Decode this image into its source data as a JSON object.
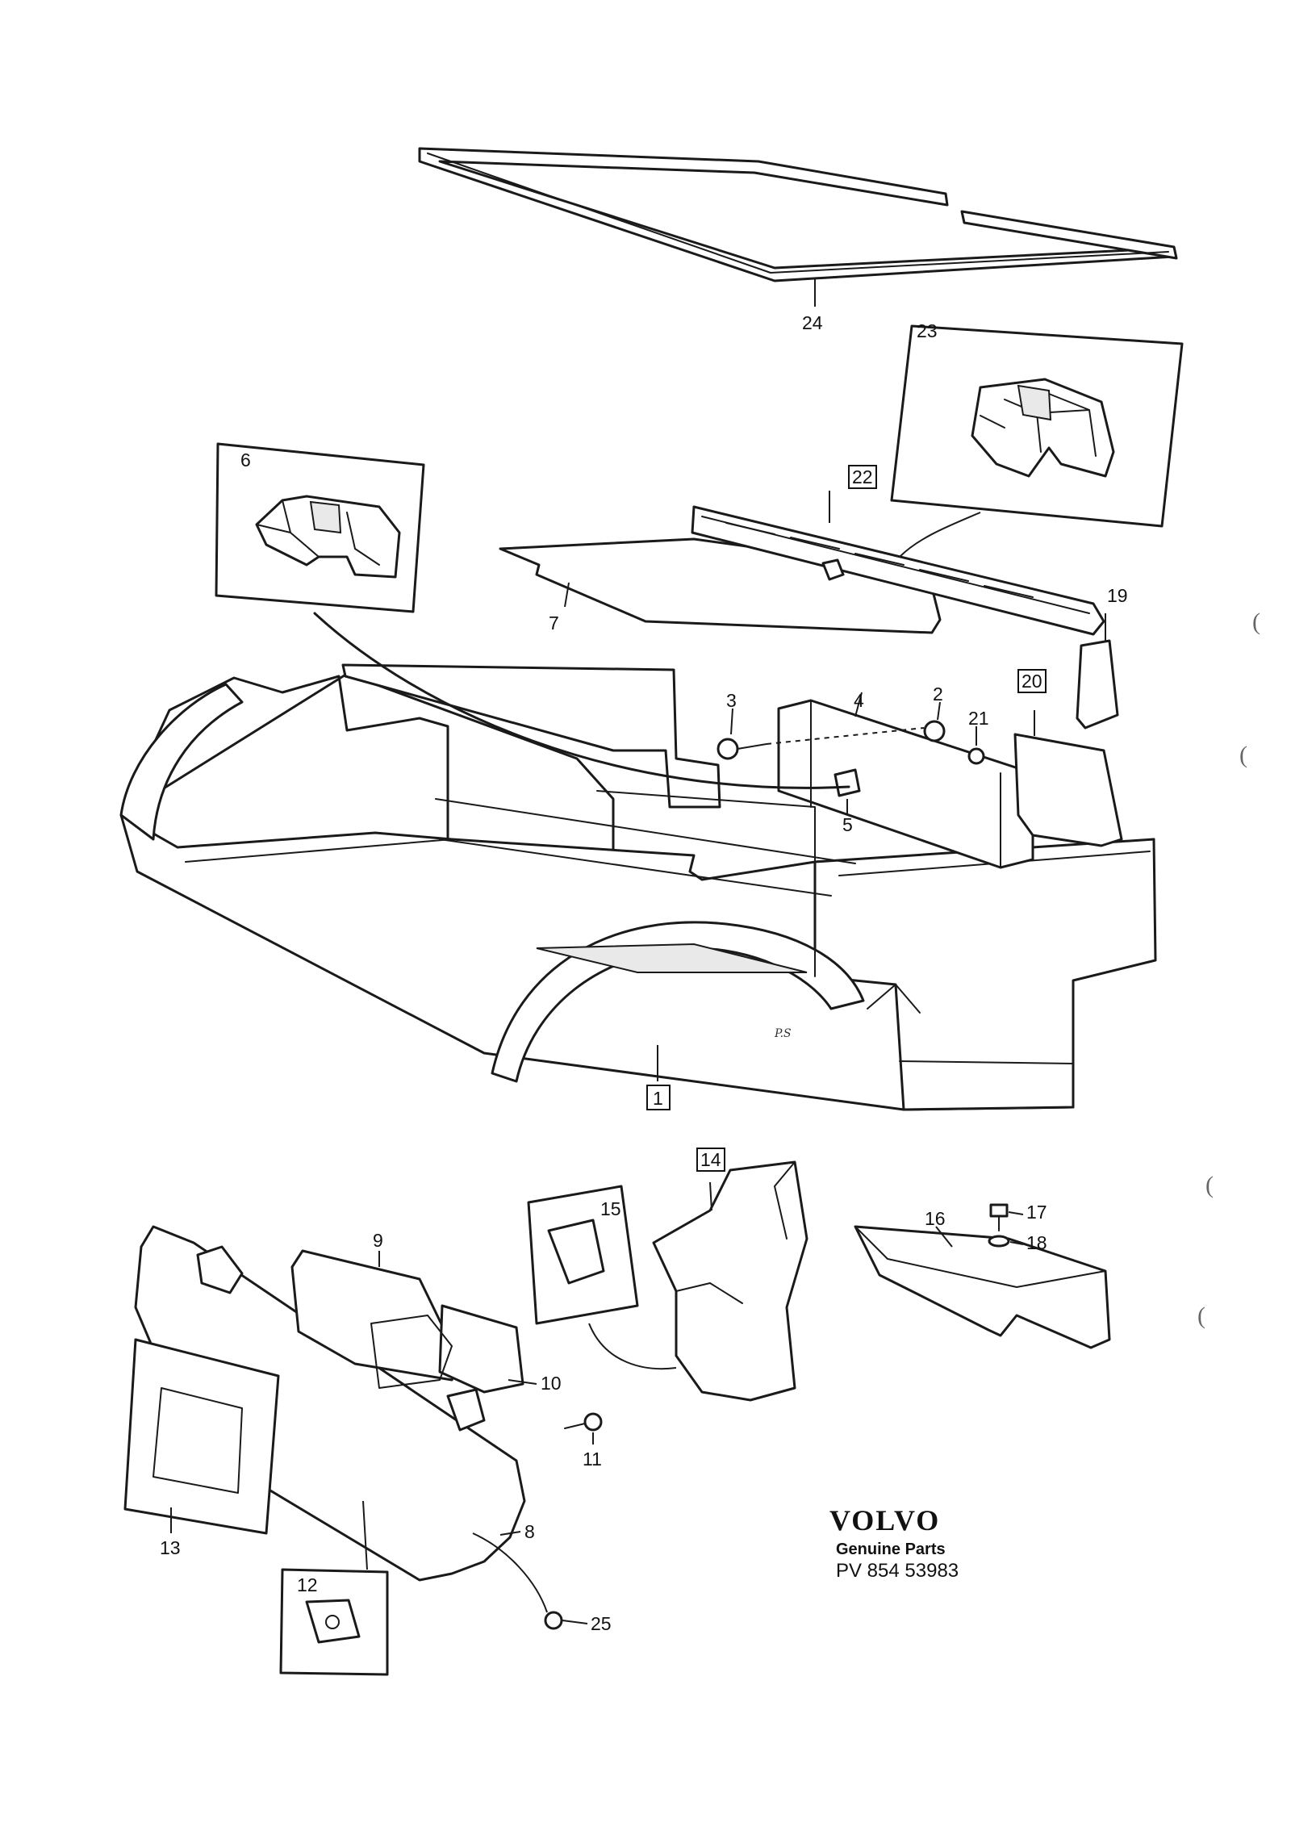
{
  "diagram": {
    "callouts": {
      "c1": "1",
      "c2": "2",
      "c3": "3",
      "c4": "4",
      "c5": "5",
      "c6": "6",
      "c7": "7",
      "c8": "8",
      "c9": "9",
      "c10": "10",
      "c11": "11",
      "c12": "12",
      "c13": "13",
      "c14": "14",
      "c15": "15",
      "c16": "16",
      "c17": "17",
      "c18": "18",
      "c19": "19",
      "c20": "20",
      "c21": "21",
      "c22": "22",
      "c23": "23",
      "c24": "24",
      "c25": "25"
    },
    "boxed_callouts": [
      "1",
      "14",
      "20",
      "22"
    ],
    "initials": "P.S"
  },
  "brand": {
    "logo": "VOLVO",
    "subtitle": "Genuine Parts",
    "part_number": "PV 854 53983"
  }
}
